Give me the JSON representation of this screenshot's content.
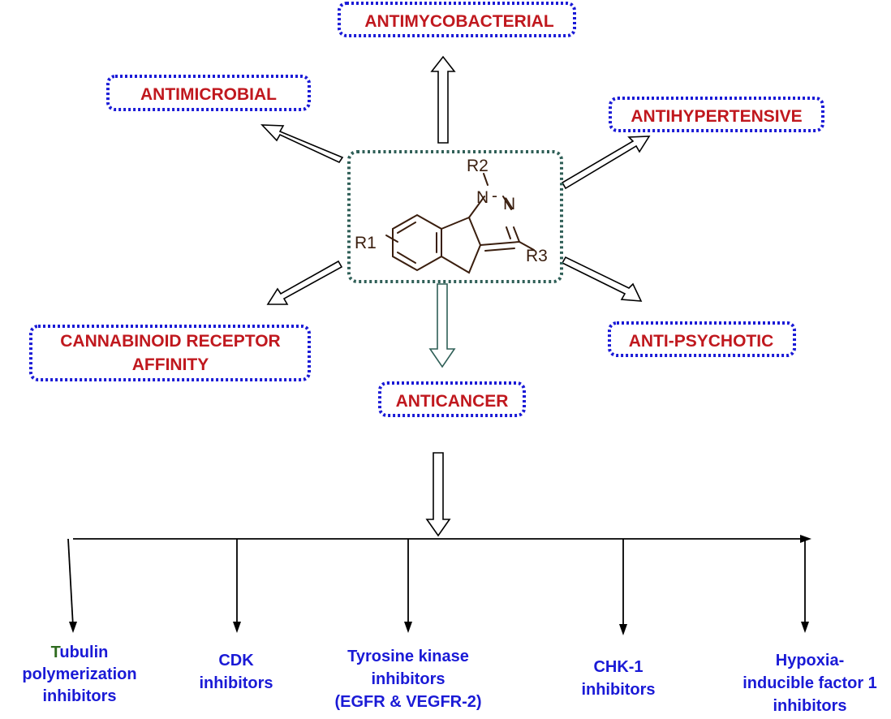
{
  "activities": {
    "antimycobacterial": "ANTIMYCOBACTERIAL",
    "antimicrobial": "ANTIMICROBIAL",
    "antihypertensive": "ANTIHYPERTENSIVE",
    "cannabinoid_line1": "CANNABINOID RECEPTOR",
    "cannabinoid_line2": "AFFINITY",
    "antipsychotic": "ANTI-PSYCHOTIC",
    "anticancer": "ANTICANCER"
  },
  "core": {
    "r1": "R1",
    "r2": "R2",
    "r3": "R3",
    "n1": "N",
    "n2": "N",
    "dash": "-"
  },
  "targets": {
    "tubulin_first_letter": "T",
    "tubulin_line1_rest": "ubulin",
    "tubulin_line2": "polymerization",
    "tubulin_line3": "inhibitors",
    "cdk_line1": "CDK",
    "cdk_line2": "inhibitors",
    "tk_line1": "Tyrosine kinase",
    "tk_line2": "inhibitors",
    "tk_line3": "(EGFR & VEGFR-2)",
    "chk_line1": "CHK-1",
    "chk_line2": "inhibitors",
    "hif_line1": "Hypoxia-",
    "hif_line2": "inducible factor 1",
    "hif_line3": "inhibitors"
  },
  "colors": {
    "activity_text": "#c0181e",
    "target_text": "#1a1ad6",
    "box_border": "#1a1ad6",
    "core_border": "#2f5f57",
    "tubulin_accent": "#2e6b1f"
  }
}
